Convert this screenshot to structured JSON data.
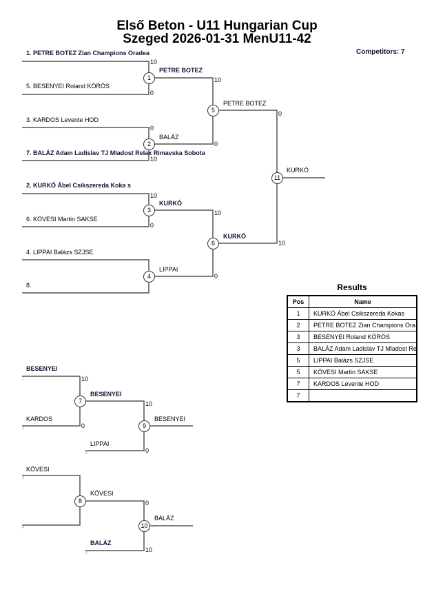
{
  "header": {
    "title_line1": "Első Beton - U11 Hungarian Cup",
    "title_line2": "Szeged 2026-01-31 MenU11-42",
    "competitors": "Competitors: 7"
  },
  "entries": [
    "1. PETRE BOTEZ Zian Champions Oradea",
    "5. BESENYEI Roland KÖRÖS",
    "3. KARDOS Levente HOD",
    "7. BALÁZ Adam Ladislav TJ Mladost Relax Rimavska Sobota",
    "2. KURKÓ Ábel Csíkszereda Koka s",
    "6. KÖVESI Martin SAKSE",
    "4. LIPPAI Balázs SZJSE",
    "8."
  ],
  "matches": {
    "m1": {
      "no": "1",
      "winner": "PETRE BOTEZ",
      "score_top": "10",
      "score_bottom": "0"
    },
    "m2": {
      "no": "2",
      "winner": "BALÁZ",
      "score_top": "0",
      "score_bottom": "10"
    },
    "m3": {
      "no": "3",
      "winner": "KURKÓ",
      "score_top": "10",
      "score_bottom": "0"
    },
    "m4": {
      "no": "4",
      "winner": "LIPPAI"
    },
    "m5": {
      "no": "5",
      "winner": "PETRE BOTEZ",
      "score_top": "10",
      "score_bottom": "0"
    },
    "m6": {
      "no": "6",
      "winner": "KURKÓ",
      "score_top": "10",
      "score_bottom": "0"
    },
    "m11": {
      "no": "11",
      "winner": "KURKÓ",
      "score_top": "0",
      "score_bottom": "10"
    },
    "m7": {
      "no": "7",
      "top": "BESENYEI",
      "bottom": "KARDOS",
      "seed_top": "1",
      "seed_bottom": "2",
      "winner": "BESENYEI",
      "score_top": "10",
      "score_bottom": "0"
    },
    "m9": {
      "no": "9",
      "bottom": "LIPPAI",
      "seed_bottom": "6",
      "winner": "BESENYEI",
      "score_top": "10",
      "score_bottom": "0"
    },
    "m8": {
      "no": "8",
      "top": "KÖVESI",
      "seed_top": "3",
      "seed_bottom": "4",
      "winner": "KÖVESI"
    },
    "m10": {
      "no": "10",
      "bottom": "BALÁZ",
      "seed_bottom": "5",
      "winner": "BALÁZ",
      "score_top": "0",
      "score_bottom": "10"
    }
  },
  "results": {
    "title": "Results",
    "headers": [
      "Pos",
      "Name"
    ],
    "rows": [
      {
        "pos": "1",
        "name": "KURKÓ Ábel Csikszereda Kokas"
      },
      {
        "pos": "2",
        "name": "PETRE BOTEZ Zian Champions Ora"
      },
      {
        "pos": "3",
        "name": "BESENYEI Roland KÖRÖS"
      },
      {
        "pos": "3",
        "name": "BALÁZ Adam Ladislav TJ Mladost Re"
      },
      {
        "pos": "5",
        "name": "LIPPAI Balázs SZJSE"
      },
      {
        "pos": "5",
        "name": "KÖVESI Martin SAKSE"
      },
      {
        "pos": "7",
        "name": "KARDOS Levente HOD"
      },
      {
        "pos": "7",
        "name": ""
      }
    ]
  }
}
